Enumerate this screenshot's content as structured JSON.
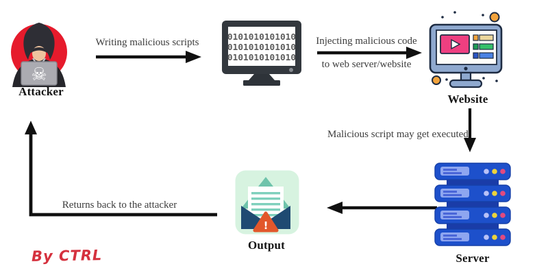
{
  "nodes": {
    "attacker": {
      "label": "Attacker",
      "skull_glyph": "☠"
    },
    "code_monitor": {
      "screen_lines": [
        "0101010101010",
        "0101010101010",
        "0101010101010"
      ]
    },
    "website": {
      "label": "Website"
    },
    "server": {
      "label": "Server"
    },
    "output": {
      "label": "Output",
      "warning_glyph": "!"
    }
  },
  "edges": {
    "writing": {
      "label": "Writing malicious scripts"
    },
    "injecting": {
      "line1": "Injecting malicious code",
      "line2": "to web server/website"
    },
    "executed": {
      "label": "Malicious script may get executed"
    },
    "server_to_output": {
      "label": ""
    },
    "returns": {
      "label": "Returns back to the attacker"
    }
  },
  "credit": {
    "label": "By CTRL",
    "color": "#d5313e"
  },
  "colors": {
    "arrow": "#101010",
    "attacker_red": "#e61b2c",
    "monitor_dark": "#33383e",
    "website_frame": "#8fa9cf",
    "website_pink": "#ee3f80",
    "server_blue": "#1d50cb",
    "server_panel": "#8ea6f0",
    "output_mint": "#d7f3e0",
    "envelope_navy": "#1f4a72",
    "warning_orange": "#e2572b",
    "annotation_text": "#3d3d3d"
  }
}
